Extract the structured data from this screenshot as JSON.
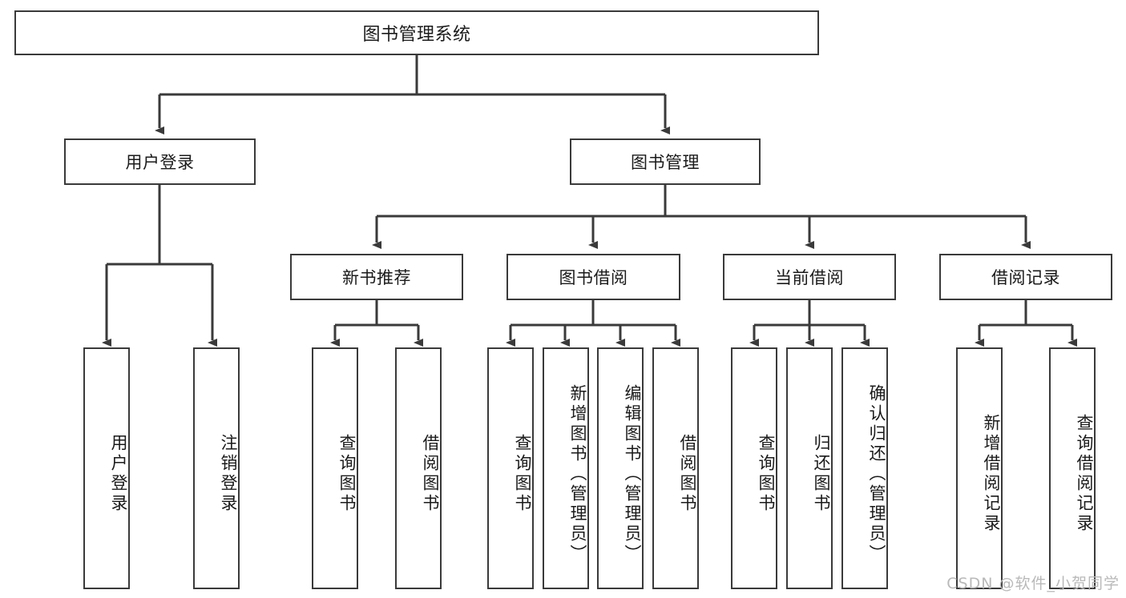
{
  "diagram": {
    "title": "图书管理系统",
    "type": "tree-hierarchy-chart",
    "root": {
      "label": "图书管理系统"
    },
    "level2": [
      {
        "label": "用户登录"
      },
      {
        "label": "图书管理"
      }
    ],
    "level3": [
      {
        "label": "新书推荐"
      },
      {
        "label": "图书借阅"
      },
      {
        "label": "当前借阅"
      },
      {
        "label": "借阅记录"
      }
    ],
    "leaves": {
      "user_login": [
        {
          "label": "用户登录"
        },
        {
          "label": "注销登录"
        }
      ],
      "new_book_rec": [
        {
          "label": "查询图书"
        },
        {
          "label": "借阅图书"
        }
      ],
      "book_borrow": [
        {
          "label": "查询图书"
        },
        {
          "label": "新增图书（管理员）"
        },
        {
          "label": "编辑图书（管理员）"
        },
        {
          "label": "借阅图书"
        }
      ],
      "current_borrow": [
        {
          "label": "查询图书"
        },
        {
          "label": "归还图书"
        },
        {
          "label": "确认归还（管理员）"
        }
      ],
      "borrow_record": [
        {
          "label": "新增借阅记录"
        },
        {
          "label": "查询借阅记录"
        }
      ]
    }
  },
  "watermark": {
    "text": "CSDN @软件_小贺同学"
  },
  "colors": {
    "box_border": "#3a3a3a",
    "box_fill": "#ffffff",
    "line": "#3a3a3a",
    "text": "#1a1a1a",
    "watermark": "#b9b9b9"
  }
}
